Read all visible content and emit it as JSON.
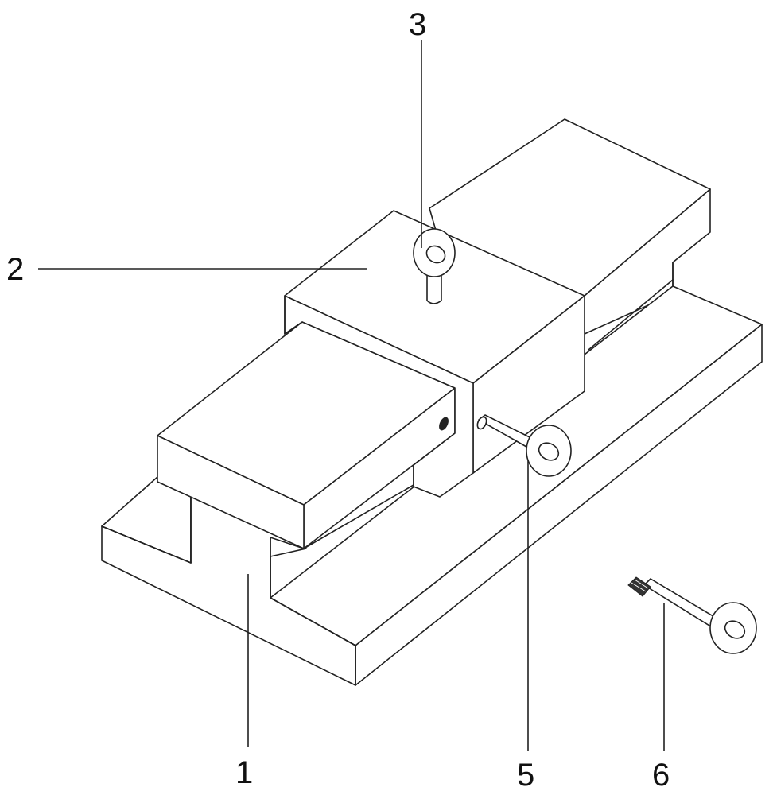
{
  "figure": {
    "labels": {
      "part_1": "1",
      "part_2": "2",
      "part_3": "3",
      "part_5": "5",
      "part_6": "6"
    },
    "colors": {
      "line": "#222222",
      "background": "#ffffff"
    }
  }
}
